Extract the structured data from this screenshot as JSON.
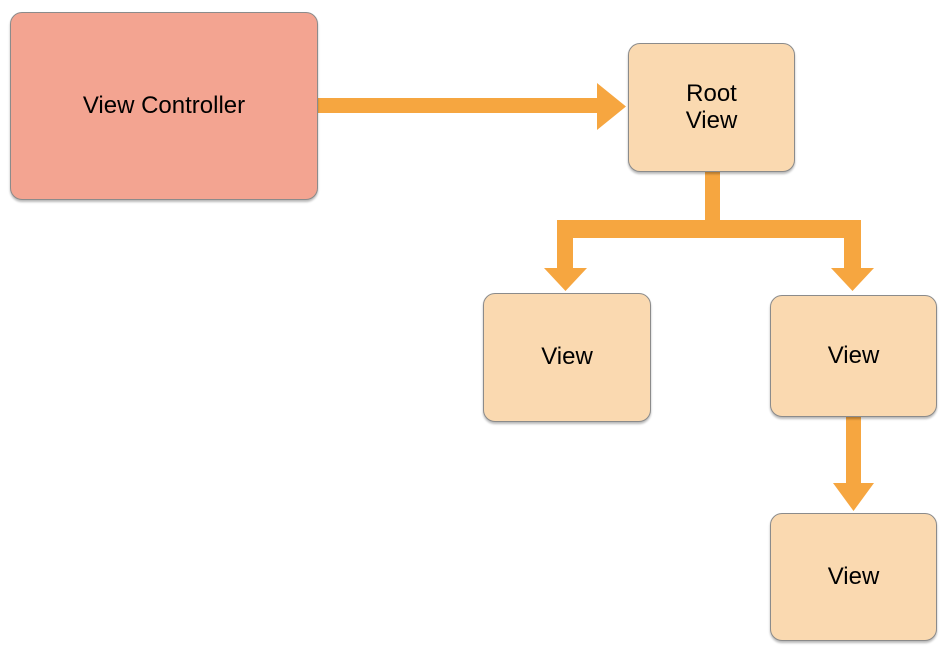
{
  "diagram": {
    "type": "view-hierarchy",
    "nodes": [
      {
        "id": "view-controller",
        "label": "View Controller"
      },
      {
        "id": "root-view",
        "label": "Root\nView"
      },
      {
        "id": "left-view",
        "label": "View"
      },
      {
        "id": "right-view",
        "label": "View"
      },
      {
        "id": "bottom-view",
        "label": "View"
      }
    ],
    "connections": [
      {
        "from": "view-controller",
        "to": "root-view"
      },
      {
        "from": "root-view",
        "to": "left-view"
      },
      {
        "from": "root-view",
        "to": "right-view"
      },
      {
        "from": "right-view",
        "to": "bottom-view"
      }
    ],
    "colors": {
      "controller_fill": "#f3a491",
      "view_fill": "#fad9b0",
      "arrow": "#f6a640",
      "node_border": "#8b8b8b",
      "label_text": "#000000",
      "background": "#ffffff"
    }
  }
}
